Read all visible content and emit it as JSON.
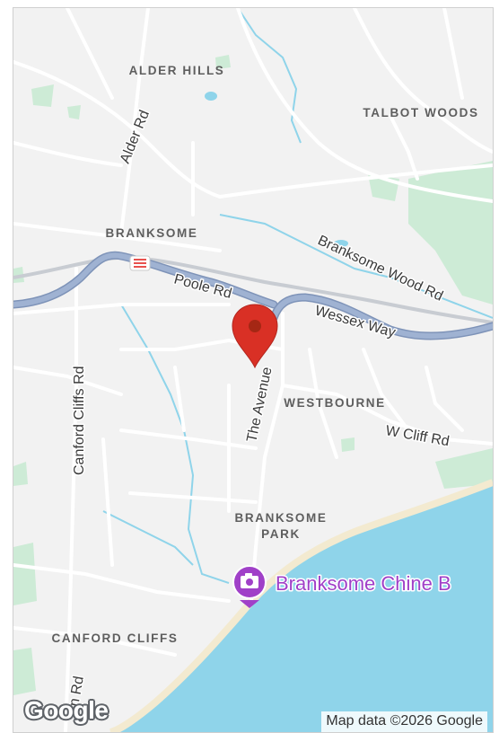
{
  "map": {
    "areas": {
      "alder_hills": "ALDER HILLS",
      "talbot_woods": "TALBOT WOODS",
      "branksome": "BRANKSOME",
      "westbourne": "WESTBOURNE",
      "branksome_park_line1": "BRANKSOME",
      "branksome_park_line2": "PARK",
      "canford_cliffs": "CANFORD CLIFFS"
    },
    "roads": {
      "alder_rd": "Alder Rd",
      "branksome_wood_rd": "Branksome Wood Rd",
      "poole_rd": "Poole Rd",
      "wessex_way": "Wessex Way",
      "the_avenue": "The Avenue",
      "w_cliff_rd": "W Cliff Rd",
      "canford_cliffs_rd": "Canford Cliffs Rd",
      "partial_rd": "n Rd"
    },
    "poi": {
      "name": "Branksome Chine B",
      "icon": "camera-icon",
      "color": "#a040c8"
    },
    "marker": {
      "icon": "map-pin-icon",
      "color": "#d93025"
    },
    "colors": {
      "land": "#f2f2f2",
      "water": "#8fd4ea",
      "park": "#cdebd6",
      "major_road": "#8ea4c8",
      "road": "#ffffff",
      "stream": "#8fd4ea"
    }
  },
  "branding": {
    "logo": "Google",
    "attribution": "Map data ©2026 Google"
  }
}
